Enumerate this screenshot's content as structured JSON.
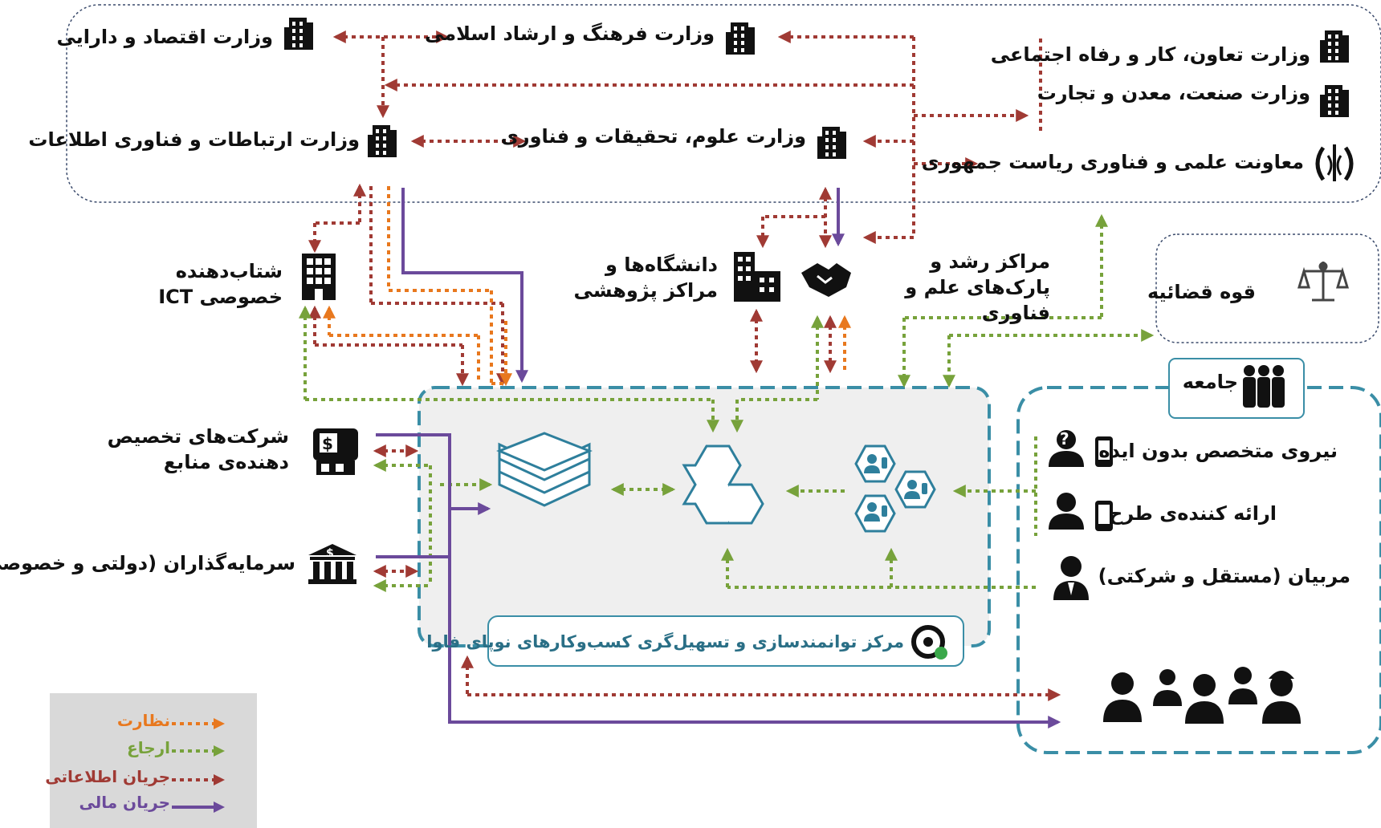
{
  "nodes": {
    "ministry_economy": "وزارت اقتصاد و دارایی",
    "ministry_culture": "وزارت فرهنگ و ارشاد اسلامی",
    "ministry_cooperatives": "وزارت تعاون، کار و رفاه اجتماعی",
    "ministry_industry": "وزارت صنعت، معدن و تجارت",
    "ministry_ict": "وزارت ارتباطات و فناوری اطلاعات",
    "ministry_science": "وزارت علوم، تحقیقات و فناوری",
    "vice_presidency": "معاونت علمی و فناوری ریاست جمهوری",
    "ict_accelerator": "شتاب‌دهنده خصوصی ICT",
    "universities": "دانشگاه‌ها و مراکز پژوهشی",
    "growth_centers": "مراکز رشد و پارک‌های علم و فناوری",
    "judiciary": "قوه قضائیه",
    "society": "جامعه",
    "expert_no_idea": "نیروی متخصص بدون ایده",
    "plan_provider": "ارائه کننده‌ی طرح",
    "coaches": "مربیان (مستقل و شرکتی)",
    "funding_companies": "شرکت‌های تخصیص دهنده‌ی منابع",
    "investors": "سرمایه‌گذاران (دولتی و خصوصی)",
    "ict_center": "مرکز توانمندسازی و تسهیل‌گری کسب‌وکارهای نوپای فاوا"
  },
  "legend": {
    "supervision": "نظارت",
    "referral": "ارجاع",
    "information_flow": "جریان اطلاعاتی",
    "financial_flow": "جریان مالی"
  },
  "colors": {
    "supervision": "#e8781e",
    "referral": "#77a23b",
    "information_flow": "#a03a34",
    "financial_flow": "#6b4a9b",
    "center_border": "#3a8ea6",
    "hexagon": "#2e7f9c",
    "center_fill": "#efefef",
    "legend_fill": "#d9d9d9"
  },
  "icons": {
    "building": "building-icon",
    "emblem": "iran-emblem-icon",
    "scales": "justice-scales-icon",
    "people": "people-group-icon",
    "bank": "bank-icon",
    "money": "cash-register-icon",
    "handshake": "handshake-icon",
    "layers": "layers-icon",
    "hexagons": "hexagon-cluster-icon",
    "user_phone": "user-phone-icon",
    "user_question": "user-question-icon",
    "coach": "coach-icon",
    "workers": "workers-icon",
    "center_logo": "center-logo-icon"
  }
}
